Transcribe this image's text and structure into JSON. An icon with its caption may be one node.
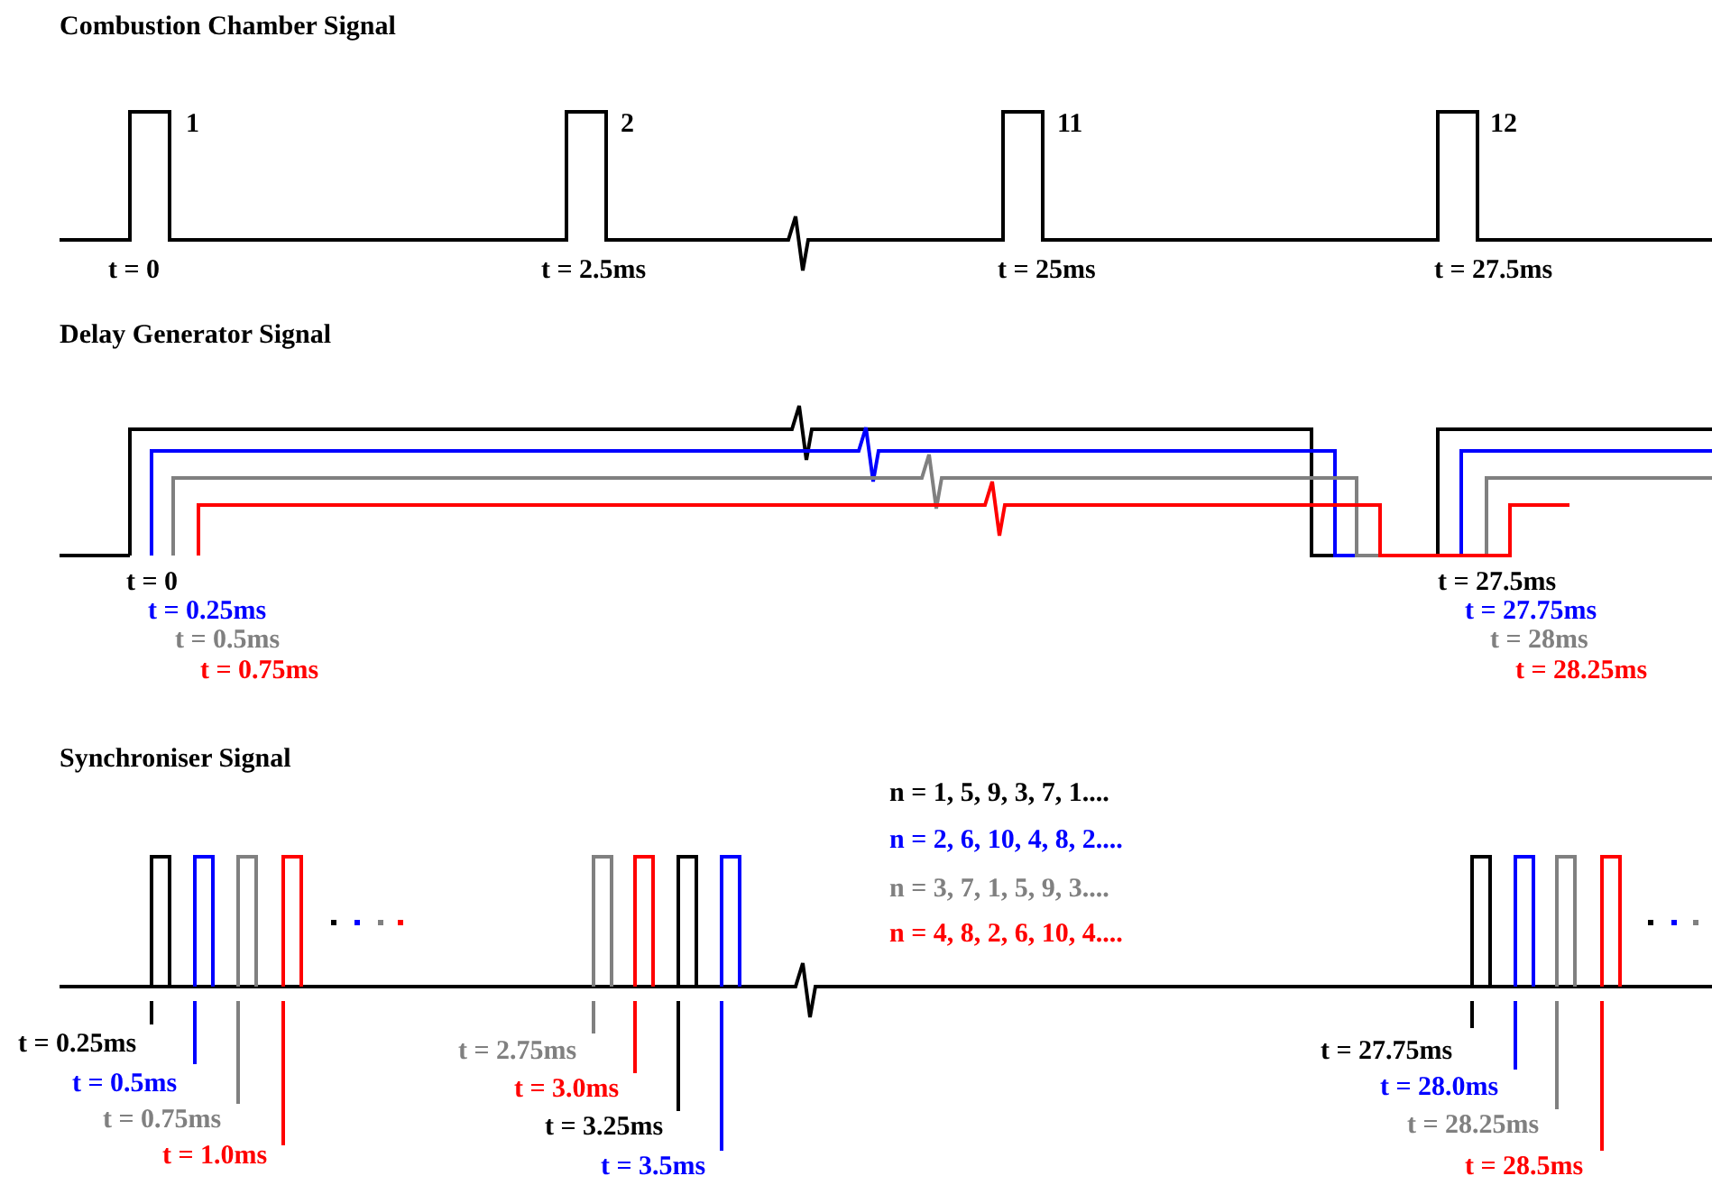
{
  "diagram": {
    "labels": [
      "Combustion Chamber Signal",
      "1",
      "2",
      "11",
      "12",
      "t = 0",
      "t = 2.5ms",
      "t = 25ms",
      "t = 27.5ms",
      "Delay Generator Signal",
      "t = 0",
      "t = 0.25ms",
      "t = 0.5ms",
      "t = 0.75ms",
      "t = 27.5ms",
      "t = 27.75ms",
      "t = 28ms",
      "t = 28.25ms",
      "Synchroniser Signal",
      "n = 1, 5, 9, 3, 7, 1....",
      "n = 2, 6, 10, 4, 8, 2....",
      "n = 3, 7, 1, 5, 9, 3....",
      "n = 4, 8, 2, 6, 10, 4....",
      "t = 0.25ms",
      "t = 0.5ms",
      "t = 0.75ms",
      "t = 1.0ms",
      "t = 2.75ms",
      "t = 3.0ms",
      "t = 3.25ms",
      "t = 3.5ms",
      "t = 27.75ms",
      "t = 28.0ms",
      "t = 28.25ms",
      "t = 28.5ms"
    ]
  }
}
